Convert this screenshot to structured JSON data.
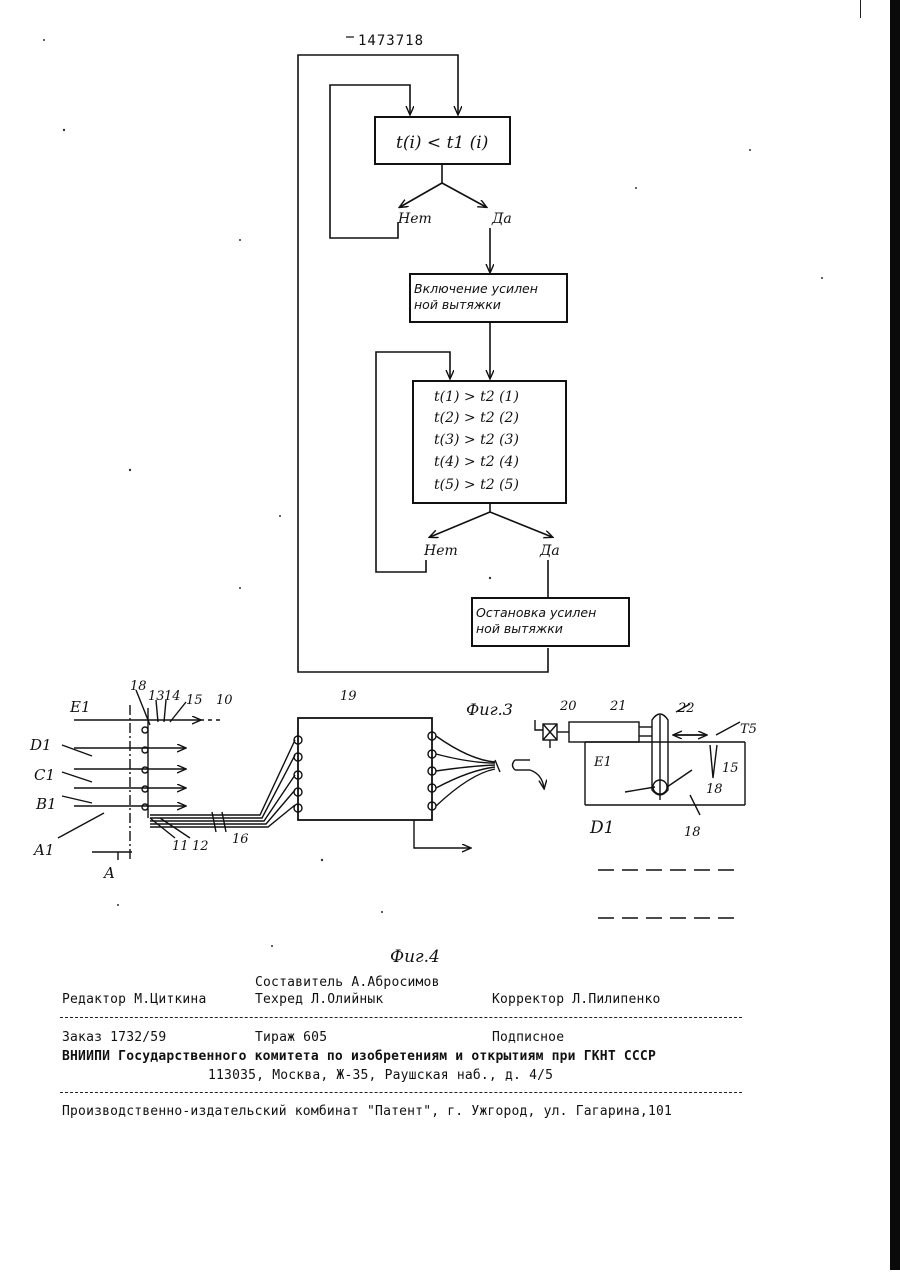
{
  "header": {
    "patent_number": "1473718"
  },
  "figure3": {
    "caption": "Фиг.3",
    "condition1": "t(i) < t1 (i)",
    "no_label_1": "Нет",
    "yes_label_1": "Да",
    "action_on": [
      "Включение усилен",
      "ной вытяжки"
    ],
    "condition2_lines": [
      "t(1) > t2 (1)",
      "t(2) > t2 (2)",
      "t(3) > t2 (3)",
      "t(4) > t2 (4)",
      "t(5) > t2 (5)"
    ],
    "no_label_2": "Нет",
    "yes_label_2": "Да",
    "action_off": [
      "Остановка усилен",
      "ной вытяжки"
    ]
  },
  "figure4": {
    "caption": "Фиг.4",
    "row_labels": [
      "E1",
      "D1",
      "C1",
      "B1",
      "A1"
    ],
    "section_label": "A",
    "numbers": {
      "n10": "10",
      "n11": "11",
      "n12": "12",
      "n13": "13",
      "n14": "14",
      "n15": "15",
      "n16": "16",
      "n18": "18",
      "n19": "19",
      "n20": "20",
      "n21": "21",
      "n22": "22",
      "n15b": "15",
      "n18b": "18",
      "n18c": "18",
      "t5": "T5"
    },
    "detail_labels": {
      "e1": "E1",
      "d1": "D1"
    }
  },
  "imprint": {
    "compiler": "Составитель А.Абросимов",
    "editor": "Редактор М.Циткина",
    "techred": "Техред Л.Олийнык",
    "corrector": "Корректор Л.Пилипенко",
    "order": "Заказ 1732/59",
    "circulation": "Тираж 605",
    "subscription": "Подписное",
    "institute": "ВНИИПИ Государственного комитета по изобретениям и открытиям при ГКНТ СССР",
    "address": "113035, Москва, Ж-35, Раушская наб., д. 4/5",
    "publisher": "Производственно-издательский комбинат \"Патент\", г. Ужгород, ул. Гагарина,101"
  }
}
